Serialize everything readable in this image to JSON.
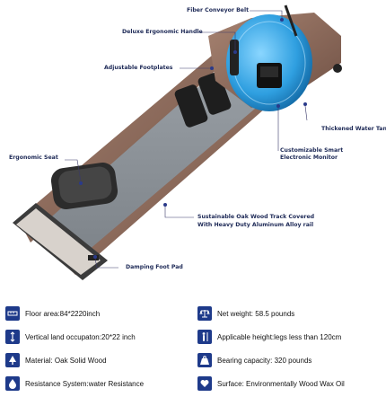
{
  "callouts": {
    "fiber_belt": "Fiber Conveyor Belt",
    "handle": "Deluxe Ergonomic Handle",
    "footplates": "Adjustable Footplates",
    "water_tank": "Thickened Water Tank",
    "monitor_line1": "Customizable Smart",
    "monitor_line2": "Electronic Monitor",
    "seat": "Ergonomic Seat",
    "track_line1": "Sustainable Oak Wood Track Covered",
    "track_line2": "With Heavy Duty Aluminum Alloy rail",
    "foot_pad": "Damping Foot Pad"
  },
  "specs": {
    "floor_area": "Floor area:84*2220inch",
    "vertical": "Vertical land occupaton:20*22 inch",
    "material": "Material: Oak Solid Wood",
    "resistance": "Resistance System:water Resistance",
    "net_weight": "Net weight: 58.5 pounds",
    "height": "Applicable height:legs less than 120cm",
    "bearing": "Bearing capacity: 320 pounds",
    "surface": "Surface: Environmentally Wood Wax Oil"
  },
  "icons": [
    "ruler-icon",
    "vertical-measure-icon",
    "tree-icon",
    "water-drop-icon",
    "scale-icon",
    "person-height-icon",
    "weight-icon",
    "heart-icon"
  ],
  "colors": {
    "icon_bg": "#1e3a8a",
    "callout_text": "#1e2a57",
    "wood": "#8a6a5a",
    "rail": "#8e9399",
    "tank": "#3aa8e0"
  }
}
